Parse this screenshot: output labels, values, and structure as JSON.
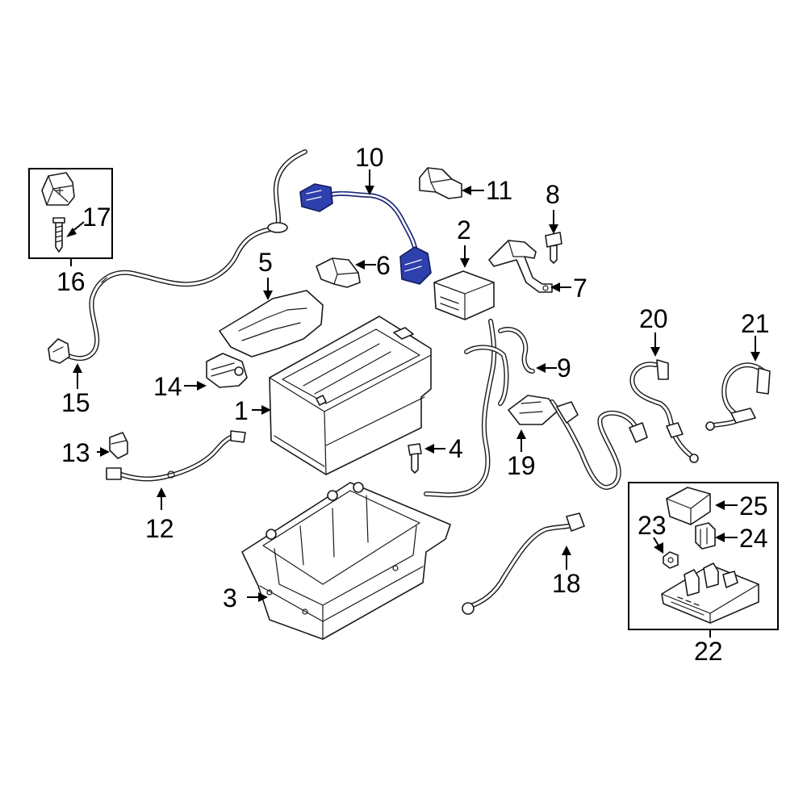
{
  "callouts": {
    "c1": "1",
    "c2": "2",
    "c3": "3",
    "c4": "4",
    "c5": "5",
    "c6": "6",
    "c7": "7",
    "c8": "8",
    "c9": "9",
    "c10": "10",
    "c11": "11",
    "c12": "12",
    "c13": "13",
    "c14": "14",
    "c15": "15",
    "c16": "16",
    "c17": "17",
    "c18": "18",
    "c19": "19",
    "c20": "20",
    "c21": "21",
    "c22": "22",
    "c23": "23",
    "c24": "24",
    "c25": "25"
  },
  "colors": {
    "highlight": "#2e3fae",
    "line": "#1a1a1a",
    "background": "#ffffff"
  }
}
